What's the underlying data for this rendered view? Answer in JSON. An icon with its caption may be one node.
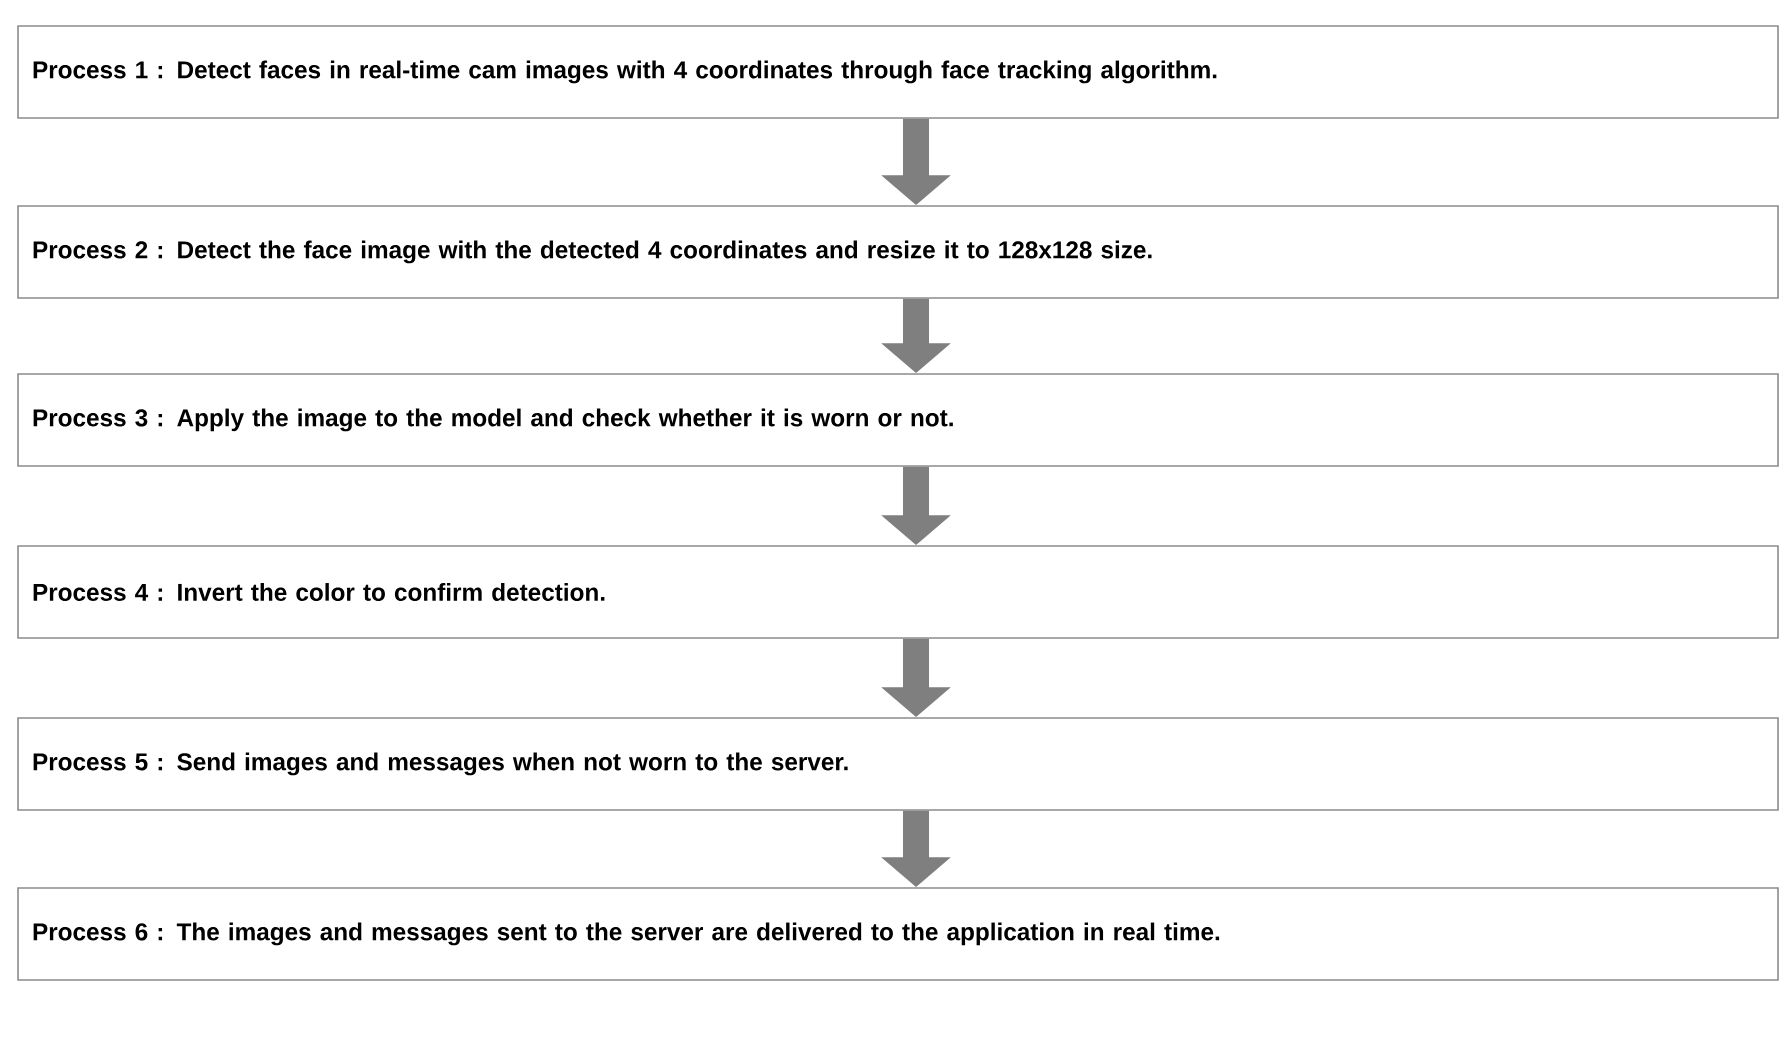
{
  "diagram": {
    "nodes": [
      {
        "text": [
          "Process 1 : Detect faces in real-time cam images with 4 coordinates through face tracking algorithm."
        ]
      },
      {
        "text": [
          "Process 2 : Detect the face image with the detected 4 coordinates and resize it to 128x128 size."
        ]
      },
      {
        "text": [
          "Process 3 : Apply the image to the model and check whether it is worn or not."
        ]
      },
      {
        "text": [
          "Process 4 : Invert the color to confirm detection."
        ]
      },
      {
        "text": [
          "Process 5 : Send images and messages when not worn to the server."
        ]
      },
      {
        "text": [
          "Process 6 : The images and messages sent to the server are delivered to the application in real time."
        ]
      }
    ],
    "edges": [
      {
        "from": 0,
        "to": 1,
        "arrow": "to"
      },
      {
        "from": 1,
        "to": 2,
        "arrow": "to"
      },
      {
        "from": 2,
        "to": 3,
        "arrow": "to"
      },
      {
        "from": 3,
        "to": 4,
        "arrow": "to"
      },
      {
        "from": 4,
        "to": 5,
        "arrow": "to"
      }
    ]
  }
}
